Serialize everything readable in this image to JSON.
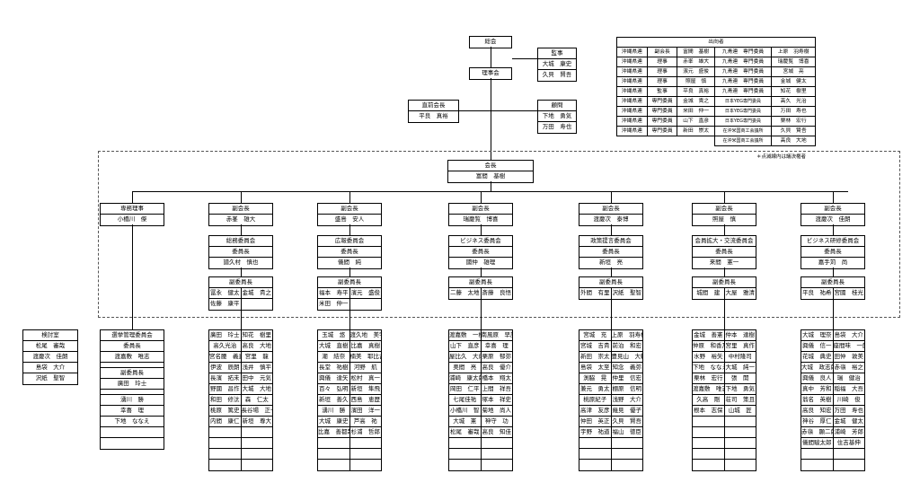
{
  "general_meeting": "総会",
  "auditor": {
    "title": "監事",
    "members": [
      "大城　康史",
      "久貝　賢吾"
    ]
  },
  "board": "理事会",
  "past_president": {
    "title": "直前会長",
    "name": "平良　真裕"
  },
  "advisor": {
    "title": "顧問",
    "members": [
      "下地　勇気",
      "万田　寿也"
    ]
  },
  "observers": {
    "title": "出向者",
    "rows": [
      [
        "沖縄県連",
        "副会長",
        "富間　基樹",
        "九青連　専門委員",
        "上原　羽寿樹"
      ],
      [
        "沖縄県連",
        "理事",
        "赤峯　雄大",
        "九青連　専門委員",
        "瑞慶覧　博喜"
      ],
      [
        "沖縄県連",
        "理事",
        "濱元　盛俊",
        "九青連　専門委員",
        "宮城　亮"
      ],
      [
        "沖縄県連",
        "理事",
        "照屋　慎",
        "九青連　専門委員",
        "金城　健太"
      ],
      [
        "沖縄県連",
        "監事",
        "平良　真裕",
        "九青連　専門委員",
        "知花　樹里"
      ],
      [
        "沖縄県連",
        "専門委員",
        "金城　貴之",
        "日本YEG専門委員",
        "高久　光治"
      ],
      [
        "沖縄県連",
        "専門委員",
        "米田　仲一",
        "日本YEG専門委員",
        "万田　寿也"
      ],
      [
        "沖縄県連",
        "専門委員",
        "山下　直彦",
        "日本YEG専門委員",
        "栗林　宏行"
      ],
      [
        "沖縄県連",
        "専門委員",
        "新田　崇太",
        "在沖米国商工会議所",
        "久貝　賢吾"
      ],
      [
        "",
        "",
        "",
        "在沖米国商工会議所",
        "高良　大地"
      ]
    ],
    "note": "＊点滅線内は議決権者"
  },
  "president": {
    "title": "会長",
    "name": "富間　基樹"
  },
  "executive": {
    "title": "専務理事",
    "name": "小橋川　傑"
  },
  "vice_presidents": [
    {
      "title": "副会長",
      "name": "赤峯　雄大",
      "committee": "総務委員会",
      "chair_title": "委員長",
      "chair": "譜久村　慎也",
      "vice_title": "副委員長",
      "vices": [
        "冨永　健太",
        "金城　貴之",
        "佐藤　康平"
      ],
      "members": [
        [
          "廣田　玲士",
          "知花　樹里"
        ],
        [
          "高久光治",
          "高良　大地"
        ],
        [
          "宮名腰　義直",
          "宮里　龍"
        ],
        [
          "伊波　辰朗",
          "浅井　慎平"
        ],
        [
          "長濱　拓未",
          "田中　元気"
        ],
        [
          "野國　昌作",
          "大城　大地"
        ],
        [
          "和田　修汰",
          "森　仁太"
        ],
        [
          "桃原　篤史",
          "長谷場　正一"
        ],
        [
          "内間　康仁",
          "新垣　尊大"
        ]
      ]
    },
    {
      "title": "副会長",
      "name": "盛島　安人",
      "committee": "広報委員会",
      "chair_title": "委員長",
      "chair": "儀間　純",
      "vice_title": "副委員長",
      "vices": [
        "福本　寿平",
        "濱元　盛俊",
        "米田　仲一"
      ],
      "members": [
        [
          "玉城　悠",
          "渡久地　美宇"
        ],
        [
          "大城　直樹",
          "比嘉　真樹"
        ],
        [
          "潮　結奈",
          "楠美　耶比古"
        ],
        [
          "長堂　祐樹",
          "河野　航"
        ],
        [
          "興儀　達矢",
          "松村　真一"
        ],
        [
          "百々　弘明",
          "新垣　隼飛"
        ],
        [
          "新垣　善久",
          "西島　恵歴"
        ],
        [
          "湧川　勝",
          "濱田　洋一"
        ],
        [
          "大城　康史",
          "芦高　祐"
        ],
        [
          "比嘉　善都哉",
          "杉浦　哲郎"
        ]
      ]
    },
    {
      "title": "副会長",
      "name": "瑞慶覧　博喜",
      "committee": "ビジネス委員会",
      "chair_title": "委員長",
      "chair": "國仲　雄理",
      "vice_title": "副委員長",
      "vices": [
        "二藤　太地",
        "斎藤　良悟"
      ],
      "members": [
        [
          "渡嘉敷　一樹",
          "南風原　早記"
        ],
        [
          "山下　直彦",
          "幸喜　理"
        ],
        [
          "屋比久　大成",
          "栗原　郁弥"
        ],
        [
          "奥間　亮",
          "高良　優介"
        ],
        [
          "浦崎　康太郎",
          "橋本　翔太"
        ],
        [
          "岡田　仁平",
          "上間　祥吾"
        ],
        [
          "七尾佳祐",
          "塚本　祥史"
        ],
        [
          "小橋川　智",
          "菊地　尚人"
        ],
        [
          "大城　憲",
          "神守　功"
        ],
        [
          "松尾　審哉",
          "高良　知佳"
        ]
      ]
    },
    {
      "title": "副会長",
      "name": "渡慶次　泰博",
      "committee": "政策提言委員会",
      "chair_title": "委員長",
      "chair": "新垣　亮",
      "vice_title": "副委員長",
      "vices": [
        "外間　有里",
        "沢紙　聖智"
      ],
      "members": [
        [
          "宮城　充",
          "上原　羽寿樹"
        ],
        [
          "宮城　吉貴",
          "前泊　和宏"
        ],
        [
          "新田　崇太",
          "豊見山　大輔"
        ],
        [
          "島袋　太至",
          "知念　義弥"
        ],
        [
          "渕脇　晃",
          "仲里　信宏"
        ],
        [
          "兼元　勇太",
          "棚原　信明"
        ],
        [
          "桃原紀子",
          "浅野　大介"
        ],
        [
          "高津　友彦",
          "幾見　優子"
        ],
        [
          "仲田　英正",
          "久貝　賢吾"
        ],
        [
          "宇野　祐道",
          "福山　徳臣"
        ]
      ]
    },
    {
      "title": "副会長",
      "name": "照屋　慎",
      "committee": "会員拡大・交流委員会",
      "chair_title": "委員長",
      "chair": "来間　憲一",
      "vice_title": "副委員長",
      "vices": [
        "城間　建",
        "大屋　雅清"
      ],
      "members": [
        [
          "金城　善憲",
          "仲本　達樹"
        ],
        [
          "仲原　和香乃",
          "宮里　真作"
        ],
        [
          "水野　裕矢",
          "中村隆司"
        ],
        [
          "下地　ななえ",
          "大城　純一"
        ],
        [
          "栗林　宏行",
          "張　開"
        ],
        [
          "渡嘉敷　唯志",
          "下地　勇気"
        ],
        [
          "久高　剛",
          "荘司　策且"
        ],
        [
          "根本　志保",
          "山城　匠"
        ]
      ]
    },
    {
      "title": "副会長",
      "name": "渡慶次　佳朗",
      "committee": "ビジネス研修委員会",
      "chair_title": "委員長",
      "chair": "嘉手苅　尚",
      "vice_title": "副委員長",
      "vices": [
        "平良　祐希",
        "宮國　桂光"
      ],
      "members": [
        [
          "大城　理奈",
          "島袋　大介"
        ],
        [
          "興儀　信一",
          "座間味　一朗"
        ],
        [
          "花城　典史",
          "田仲　敦美"
        ],
        [
          "大城　政志郎",
          "赤嶺　裕之"
        ],
        [
          "興儀　良人",
          "瑞　健治"
        ],
        [
          "真中　芳和",
          "稲福　大吾"
        ],
        [
          "翁名　英樹",
          "川崎　俊"
        ],
        [
          "高良　知宏",
          "万田　寿也"
        ],
        [
          "神谷　厚仁",
          "金城　健太"
        ],
        [
          "赤嶺　顯二郎",
          "浦崎　芳郎"
        ],
        [
          "儀間駿太郎",
          "住吉基伸"
        ]
      ]
    }
  ],
  "inspection": {
    "title": "検討室",
    "members": [
      "松尾　審哉",
      "渡慶次　佳朗",
      "島袋　大介",
      "沢紙　聖智"
    ]
  },
  "election": {
    "title": "選挙管理委員会",
    "chair_title": "委員長",
    "chair": "渡嘉敷　唯志",
    "vice_title": "副委員長",
    "vice": "廣田　玲士",
    "members": [
      "湧川　勝",
      "幸喜　理",
      "下地　ななえ"
    ]
  }
}
